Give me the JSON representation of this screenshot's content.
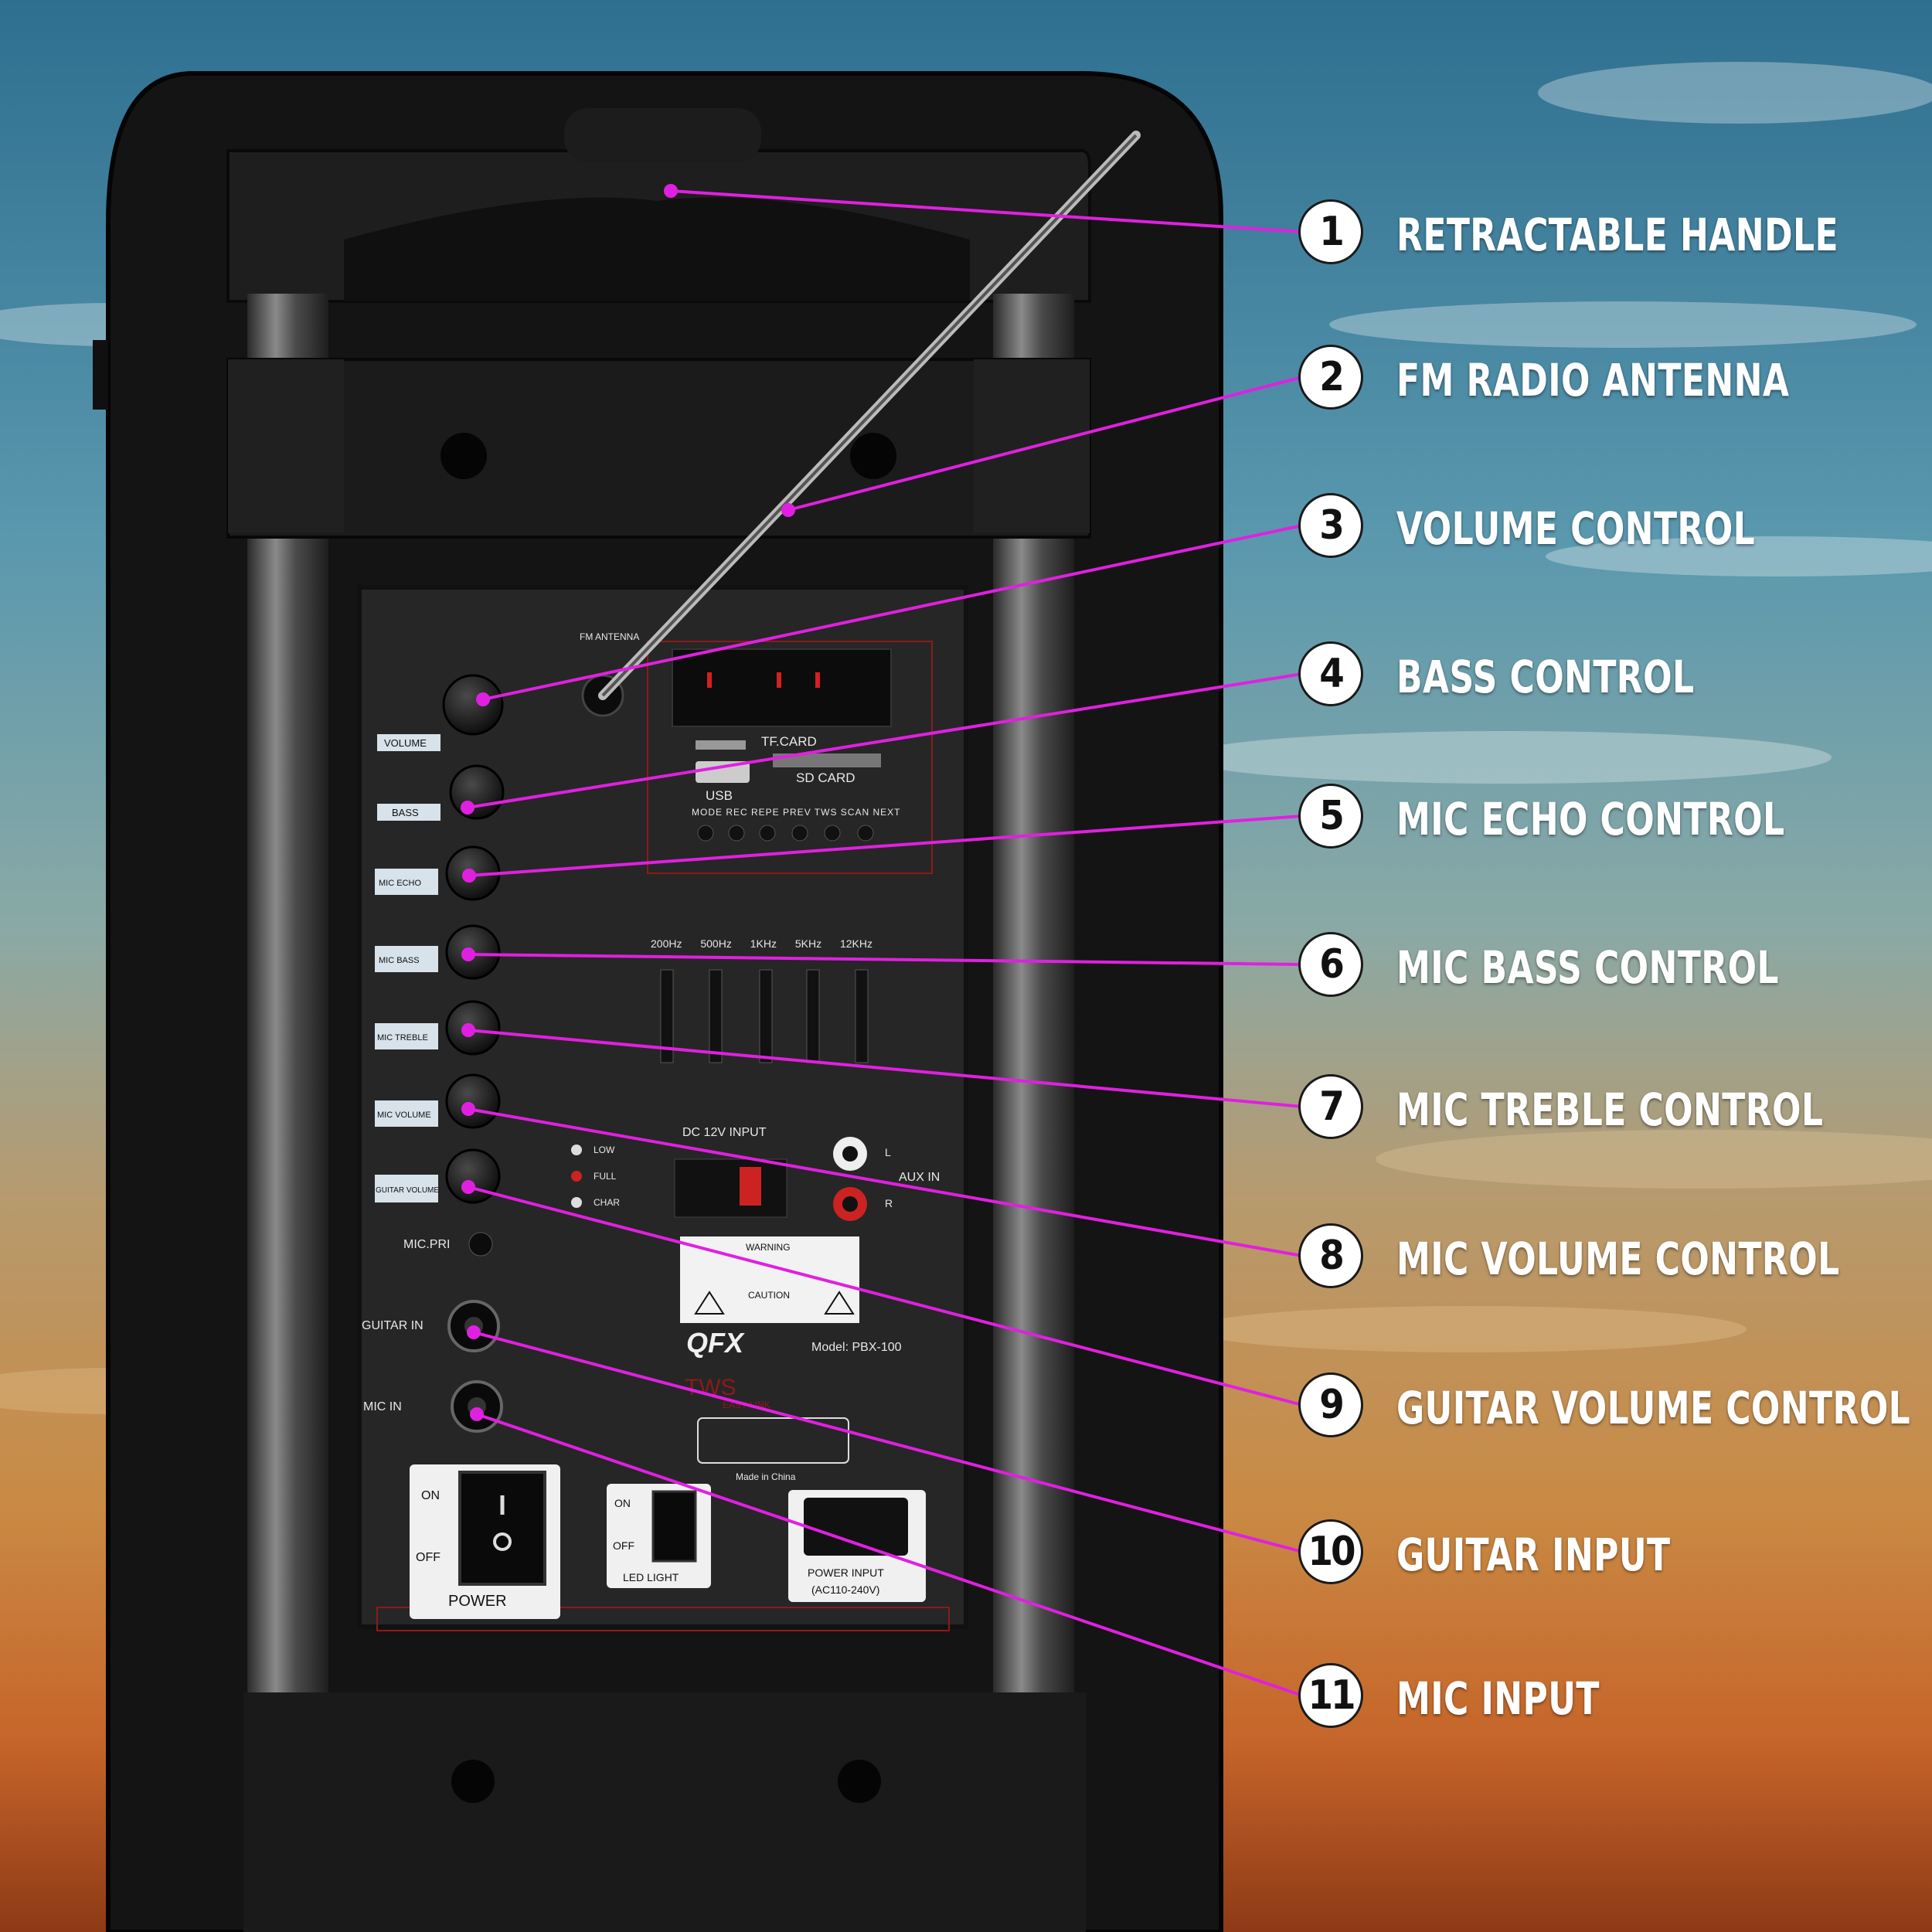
{
  "callouts": [
    {
      "number": "1",
      "label": "RETRACTABLE HANDLE"
    },
    {
      "number": "2",
      "label": "FM RADIO ANTENNA"
    },
    {
      "number": "3",
      "label": "VOLUME CONTROL"
    },
    {
      "number": "4",
      "label": "BASS CONTROL"
    },
    {
      "number": "5",
      "label": "MIC ECHO CONTROL"
    },
    {
      "number": "6",
      "label": "MIC BASS CONTROL"
    },
    {
      "number": "7",
      "label": "MIC TREBLE CONTROL"
    },
    {
      "number": "8",
      "label": "MIC VOLUME CONTROL"
    },
    {
      "number": "9",
      "label": "GUITAR VOLUME CONTROL"
    },
    {
      "number": "10",
      "label": "GUITAR INPUT"
    },
    {
      "number": "11",
      "label": "MIC INPUT"
    }
  ],
  "panel": {
    "knob_labels": [
      "VOLUME",
      "BASS",
      "MIC ECHO",
      "MIC BASS",
      "MIC TREBLE",
      "MIC VOLUME",
      "GUITAR VOLUME"
    ],
    "fm_antenna": "FM ANTENNA",
    "tf_card": "TF.CARD",
    "sd_card": "SD CARD",
    "usb": "USB",
    "buttons": [
      "MODE",
      "REC",
      "REPE",
      "PREV",
      "TWS SCAN",
      "NEXT"
    ],
    "eq_bands": [
      "200Hz",
      "500Hz",
      "1KHz",
      "5KHz",
      "12KHz"
    ],
    "dc_input": "DC 12V INPUT",
    "battery": [
      "LOW",
      "FULL",
      "CHAR"
    ],
    "aux_in": "AUX IN",
    "aux_l": "L",
    "aux_r": "R",
    "mic_pri": "MIC.PRI",
    "guitar_in": "GUITAR IN",
    "mic_in": "MIC IN",
    "warning": "WARNING",
    "caution": "CAUTION",
    "brand": "QFX",
    "model": "Model: PBX-100",
    "tws": "TWS",
    "tws_sub": "EASY LINK",
    "power_on": "ON",
    "power_off": "OFF",
    "power": "POWER",
    "led_on": "ON",
    "led_off": "OFF",
    "led_light": "LED LIGHT",
    "power_input": "POWER INPUT",
    "power_input_range": "(AC110-240V)",
    "made_in": "Made in China"
  },
  "colors": {
    "leader": "#e020e0",
    "sky_top": "#3a7e9e",
    "sky_bottom": "#c24f1c",
    "housing": "#161616",
    "panel": "#262626",
    "accent_red": "#8b1a1a"
  }
}
